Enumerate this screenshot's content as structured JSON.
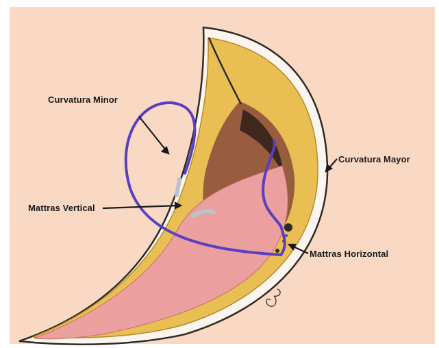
{
  "diagram": {
    "labels": {
      "curvatura_minor": "Curvatura Minor",
      "mattras_vertical": "Mattras Vertical",
      "curvatura_mayor": "Curvatura Mayor",
      "mattras_horizontal": "Mattras Horizontal"
    },
    "colors": {
      "background": "#f9d9c4",
      "serosa_yellow": "#e9bf54",
      "mucosa_pink": "#eb9f9f",
      "suture_purple": "#5a3fc0",
      "outline_dark": "#2e2a26"
    }
  }
}
